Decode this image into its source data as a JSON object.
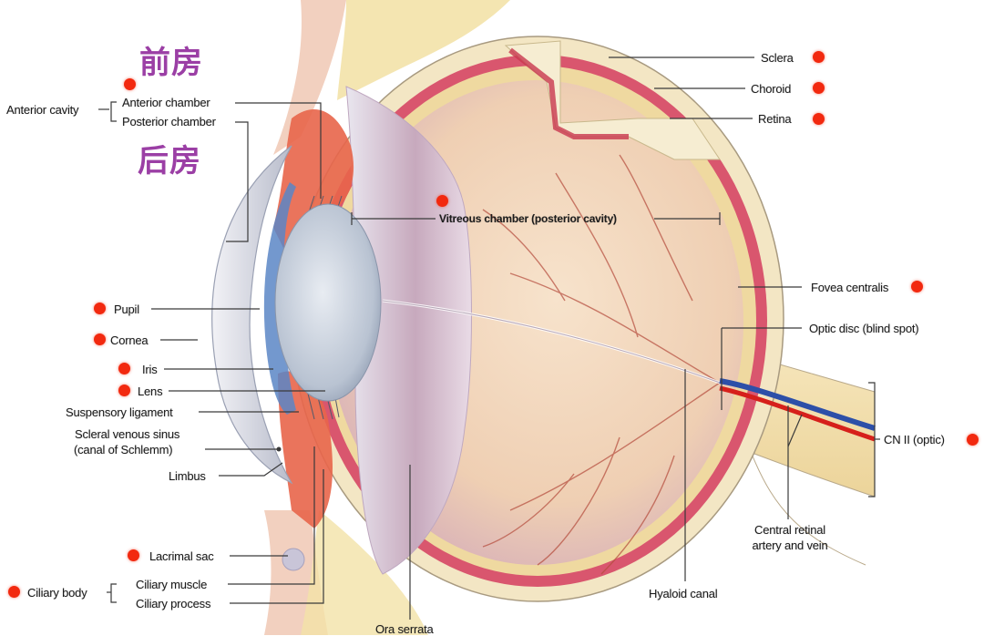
{
  "diagram": {
    "subject": "Sagittal section of the human eye",
    "colors": {
      "marker_dot": "#f2290f",
      "chinese_annotation": "#9b3fa5",
      "label_text": "#1c1c1c",
      "leader_line": "#3a3a3a",
      "sclera": "#f3e6c4",
      "choroid": "#d9566e",
      "retina": "#efd9a0",
      "vitreous": "#f1d7c0",
      "artery": "#d6201b",
      "vein": "#2d4fa8"
    },
    "annotations_zh": [
      {
        "id": "anterior-chamber-zh",
        "text": "前房"
      },
      {
        "id": "posterior-chamber-zh",
        "text": "后房"
      }
    ],
    "labels": {
      "anterior_cavity": "Anterior cavity",
      "anterior_chamber": "Anterior chamber",
      "posterior_chamber": "Posterior chamber",
      "sclera": "Sclera",
      "choroid": "Choroid",
      "retina": "Retina",
      "vitreous_chamber": "Vitreous chamber (posterior cavity)",
      "fovea_centralis": "Fovea centralis",
      "optic_disc": "Optic disc (blind spot)",
      "cn_ii": "CN II (optic)",
      "central_retinal": "Central retinal",
      "artery_and_vein": "artery and vein",
      "hyaloid_canal": "Hyaloid canal",
      "ora_serrata": "Ora serrata",
      "pupil": "Pupil",
      "cornea": "Cornea",
      "iris": "Iris",
      "lens": "Lens",
      "suspensory_ligament": "Suspensory ligament",
      "scleral_venous_sinus": "Scleral venous sinus",
      "canal_of_schlemm": "(canal of Schlemm)",
      "limbus": "Limbus",
      "lacrimal_sac": "Lacrimal sac",
      "ciliary_body": "Ciliary body",
      "ciliary_muscle": "Ciliary muscle",
      "ciliary_process": "Ciliary process"
    },
    "marked_structures": [
      "Anterior chamber",
      "Sclera",
      "Choroid",
      "Retina",
      "Vitreous chamber",
      "Fovea centralis",
      "CN II (optic)",
      "Pupil",
      "Cornea",
      "Iris",
      "Lens",
      "Lacrimal sac",
      "Ciliary body"
    ]
  }
}
